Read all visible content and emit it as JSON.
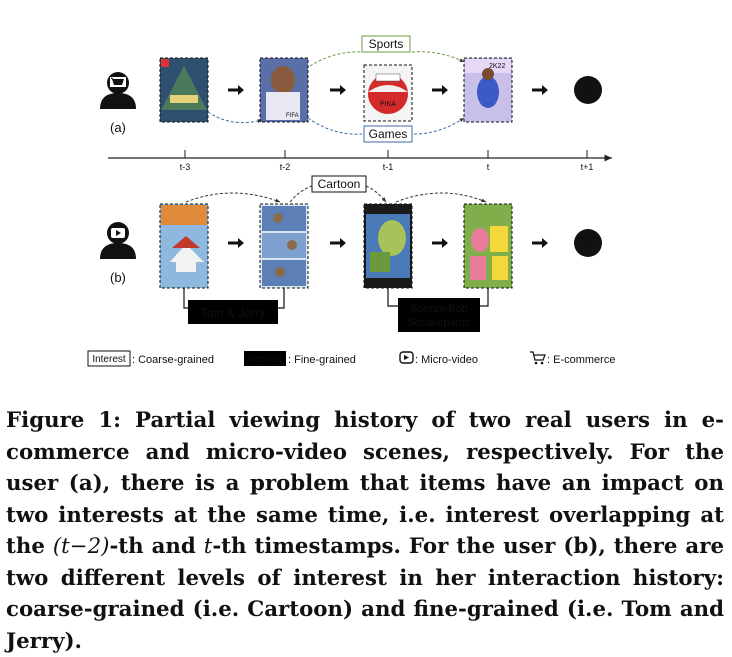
{
  "figure": {
    "user_a": {
      "label": "(a)",
      "icon": "shopping-cart-user-icon",
      "unknown_symbol": "?",
      "interest_sports": "Sports",
      "interest_games": "Games",
      "items": [
        {
          "icon": "zelda-game-cover-icon"
        },
        {
          "icon": "fifa-game-cover-icon",
          "cover_text": "FIFA"
        },
        {
          "icon": "basketball-product-icon",
          "cover_text": "PIKA"
        },
        {
          "icon": "2k22-game-cover-icon",
          "cover_text": "2K22"
        }
      ]
    },
    "timeline": {
      "ticks": [
        "t-3",
        "t-2",
        "t-1",
        "t",
        "t+1"
      ]
    },
    "user_b": {
      "label": "(b)",
      "icon": "micro-video-user-icon",
      "unknown_symbol": "?",
      "interest_coarse": "Cartoon",
      "interest_fine_1": "Tom & Jerry",
      "interest_fine_2_line1": "SpongeBob",
      "interest_fine_2_line2": "Squarepants",
      "items": [
        {
          "icon": "cartoon-scene-icon"
        },
        {
          "icon": "tom-and-jerry-frames-icon"
        },
        {
          "icon": "spongebob-scene-icon"
        },
        {
          "icon": "spongebob-characters-icon"
        }
      ]
    },
    "legend": {
      "coarse_box": "Interest",
      "coarse_label": ": Coarse-grained",
      "fine_box": "Interest",
      "fine_label": ": Fine-grained",
      "video_label": ": Micro-video",
      "ecommerce_label": ": E-commerce"
    }
  },
  "caption": {
    "prefix": "Figure 1: Partial viewing history of two real users in e-commerce and micro-video scenes, respectively. For the user (a), there is a problem that items have an impact on two interests at the same time, i.e. interest overlapping at the ",
    "math1": "(t−2)",
    "middle": "-th and ",
    "math2": "t",
    "suffix": "-th timestamps. For the user (b), there are two different levels of interest in her interaction history: coarse-grained (i.e. Cartoon) and fine-grained (i.e. Tom and Jerry)."
  },
  "colors": {
    "sports_green": "#6a9a3c",
    "games_blue": "#3d6aa8"
  }
}
